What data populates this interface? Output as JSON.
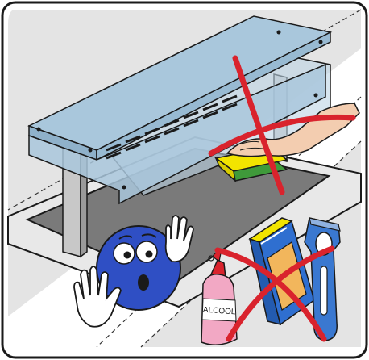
{
  "illustration": {
    "bottle_label": "ALCOOL",
    "colors": {
      "frame": "#1a1a1a",
      "background": "#e6e6e6",
      "glass": "#a9c7dc",
      "countertop": "#7a7a7a",
      "forbidden_mark": "#d9232d",
      "sponge_yellow": "#f2e400",
      "sponge_green": "#3f9a3a",
      "mascot_blue": "#2f4fc4",
      "bottle_pink": "#f2a8c4",
      "box_blue": "#2f6fd0",
      "box_label": "#f2b65c",
      "tool_blue": "#3a78d0"
    },
    "icons": [
      "glass-display-case",
      "hand-with-sponge",
      "alarmed-mascot",
      "alcohol-bottle",
      "abrasive-box",
      "scraper-tool"
    ]
  }
}
